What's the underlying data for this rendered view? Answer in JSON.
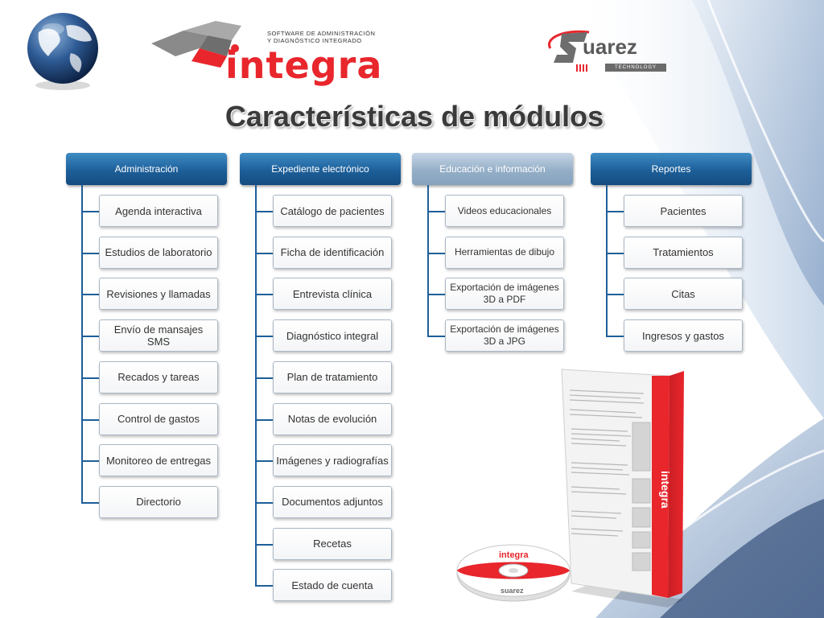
{
  "title": "Características de módulos",
  "integra_logo": {
    "tagline_line1": "SOFTWARE DE ADMINISTRACIÓN",
    "tagline_line2": "Y DIAGNÓSTICO INTEGRADO",
    "wordmark": "integra"
  },
  "suarez_logo": {
    "wordmark": "uarez",
    "subtitle": "TECHNOLOGY"
  },
  "product_box": {
    "spine_text": "integra",
    "cd_text": "integra",
    "cd_brand": "suarez"
  },
  "columns": [
    {
      "header": "Administración",
      "items": [
        "Agenda interactiva",
        "Estudios de laboratorio",
        "Revisiones y llamadas",
        "Envío de mansajes SMS",
        "Recados y tareas",
        "Control de gastos",
        "Monitoreo de entregas",
        "Directorio"
      ]
    },
    {
      "header": "Expediente electrónico",
      "items": [
        "Catálogo de pacientes",
        "Ficha de identificación",
        "Entrevista clínica",
        "Diagnóstico integral",
        "Plan de tratamiento",
        "Notas de evolución",
        "Imágenes y radiografías",
        "Documentos adjuntos",
        "Recetas",
        "Estado de cuenta"
      ]
    },
    {
      "header": "Educación e información",
      "items": [
        "Videos educacionales",
        "Herramientas de dibujo",
        "Exportación de imágenes 3D a PDF",
        "Exportación de imágenes 3D a JPG"
      ]
    },
    {
      "header": "Reportes",
      "items": [
        "Pacientes",
        "Tratamientos",
        "Citas",
        "Ingresos y gastos"
      ]
    }
  ],
  "colors": {
    "header_blue": "#1d5f99",
    "header_gray": "#94aec7",
    "brand_red": "#e8262c"
  }
}
